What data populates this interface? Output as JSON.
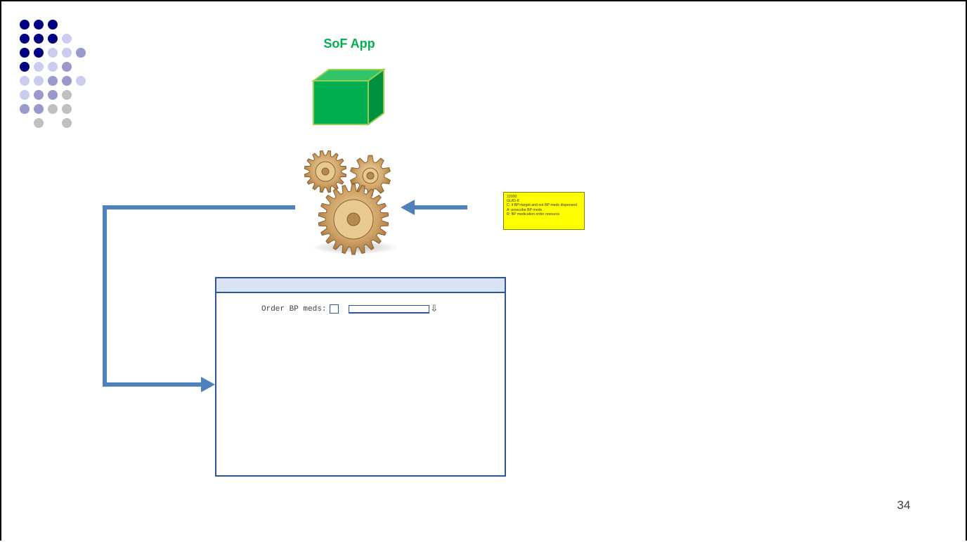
{
  "slide": {
    "title": "SoF App",
    "page_number": "34"
  },
  "decoration": {
    "dot_colors": {
      "navy": "#000080",
      "violet": "#9999cc",
      "lavender": "#ccccee",
      "gray": "#c0c0c0"
    }
  },
  "cube": {
    "front_color": "#00b050",
    "top_color": "#33c46a",
    "side_color": "#009040",
    "edge_color": "#92d050"
  },
  "gears": {
    "color": "#c8a060",
    "icon": "gears-icon"
  },
  "arrows": {
    "color": "#4f81bd"
  },
  "note": {
    "lines": [
      "22000",
      "GUID-8",
      "C: if BP>target and not BP meds dispensed",
      "A: prescribe BP meds",
      "R: BP medication order resource"
    ],
    "background": "#ffff00"
  },
  "form_window": {
    "order_label": "Order BP meds:",
    "dropdown_icon": "down-arrow-icon",
    "dropdown_glyph": "⇩",
    "border_color": "#2f5597",
    "titlebar_color": "#dae3f3"
  }
}
